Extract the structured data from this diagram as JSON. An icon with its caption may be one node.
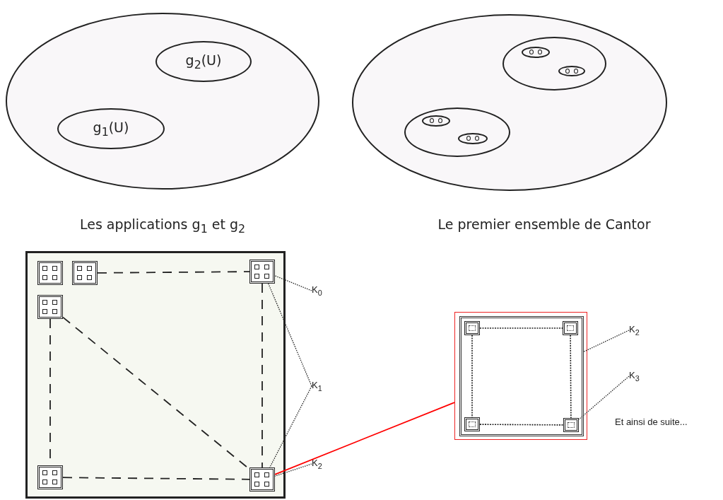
{
  "diagram": {
    "nodes": [
      {
        "text": [],
        "shape": "ellipse"
      },
      {
        "text": [
          "g$_{2}$(U)"
        ],
        "in": 0
      },
      {
        "text": [
          "g$_{1}$(U)"
        ],
        "in": 0
      },
      {
        "text": [],
        "shape": "ellipse"
      },
      {
        "text": [],
        "shape": "ellipse",
        "in": 3
      },
      {
        "text": [],
        "shape": "ellipse",
        "in": 3
      },
      {
        "text": [],
        "shape": "ellipse",
        "in": 4
      },
      {
        "text": [],
        "shape": "ellipse",
        "in": 4
      },
      {
        "text": [],
        "shape": "ellipse",
        "in": 5
      },
      {
        "text": [],
        "shape": "ellipse",
        "in": 5
      },
      {
        "text": [],
        "shape": "box"
      },
      {
        "text": [],
        "shape": "box",
        "in": 10
      },
      {
        "text": [],
        "shape": "box",
        "in": 10
      },
      {
        "text": [],
        "shape": "box",
        "in": 10
      },
      {
        "text": [],
        "shape": "box",
        "in": 10
      },
      {
        "text": [],
        "shape": "box",
        "in": 10
      },
      {
        "text": [],
        "shape": "box",
        "in": 10
      },
      {
        "text": [
          "K$_{0}$"
        ]
      },
      {
        "text": [
          "K$_{1}$"
        ]
      },
      {
        "text": [
          "K$_{2}$"
        ]
      },
      {
        "text": [],
        "shape": "box"
      },
      {
        "text": [],
        "shape": "box",
        "in": 20
      },
      {
        "text": [],
        "shape": "box",
        "in": 21
      },
      {
        "text": [],
        "shape": "box",
        "in": 21
      },
      {
        "text": [],
        "shape": "box",
        "in": 21
      },
      {
        "text": [],
        "shape": "box",
        "in": 21
      },
      {
        "text": [
          "K$_{2}$"
        ]
      },
      {
        "text": [
          "K$_{3}$"
        ]
      }
    ],
    "edges": [
      {
        "from": 12,
        "to": 14,
        "arrow": "none",
        "style": "dashed"
      },
      {
        "from": 14,
        "to": 16,
        "arrow": "none",
        "style": "dashed"
      },
      {
        "from": 13,
        "to": 15,
        "arrow": "none",
        "style": "dashed"
      },
      {
        "from": 15,
        "to": 16,
        "arrow": "none",
        "style": "dashed"
      },
      {
        "from": 13,
        "to": 16,
        "arrow": "none",
        "style": "dashed"
      },
      {
        "from": 17,
        "to": 14,
        "arrow": "none",
        "style": "dashed"
      },
      {
        "from": 18,
        "to": 14,
        "arrow": "none",
        "style": "dashed"
      },
      {
        "from": 18,
        "to": 16,
        "arrow": "none",
        "style": "dashed"
      },
      {
        "from": 19,
        "to": 16,
        "arrow": "none",
        "style": "dashed"
      },
      {
        "from": 16,
        "to": 20,
        "arrow": "none",
        "color": "#ff0000"
      },
      {
        "from": 22,
        "to": 23,
        "arrow": "none",
        "style": "dashed"
      },
      {
        "from": 23,
        "to": 25,
        "arrow": "none",
        "style": "dashed"
      },
      {
        "from": 22,
        "to": 24,
        "arrow": "none",
        "style": "dashed"
      },
      {
        "from": 24,
        "to": 25,
        "arrow": "none",
        "style": "dashed"
      },
      {
        "from": 26,
        "to": 21,
        "arrow": "none",
        "style": "dashed"
      },
      {
        "from": 27,
        "to": 25,
        "arrow": "none",
        "style": "dashed"
      }
    ],
    "labels": [
      "Les applications g$_{1}$ et g$_{2}$",
      "Le premier ensemble de Cantor",
      "Et ainsi de suite..."
    ]
  }
}
